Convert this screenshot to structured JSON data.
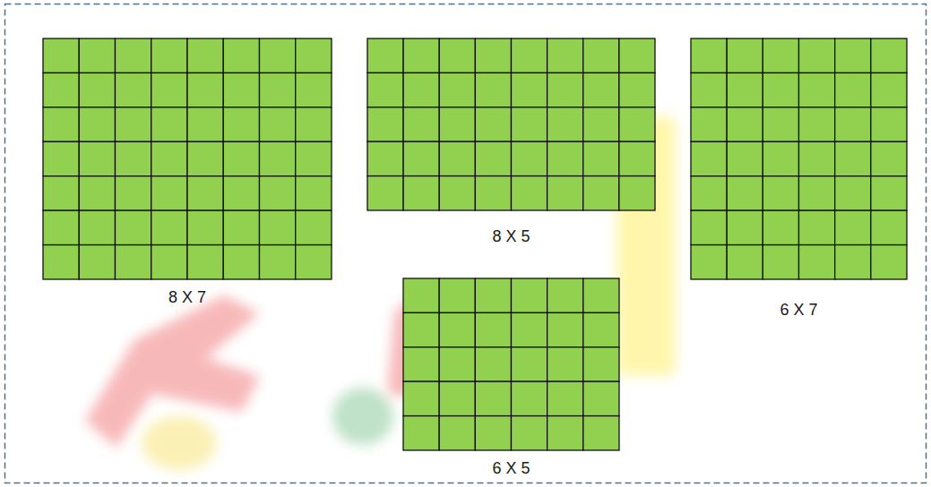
{
  "diagram": {
    "nodes": [
      {
        "text": [
          "8 X 7"
        ]
      },
      {
        "text": [
          "8 X 5"
        ]
      },
      {
        "text": [
          "6 X 7"
        ]
      },
      {
        "text": [
          "6 X 5"
        ]
      }
    ]
  }
}
